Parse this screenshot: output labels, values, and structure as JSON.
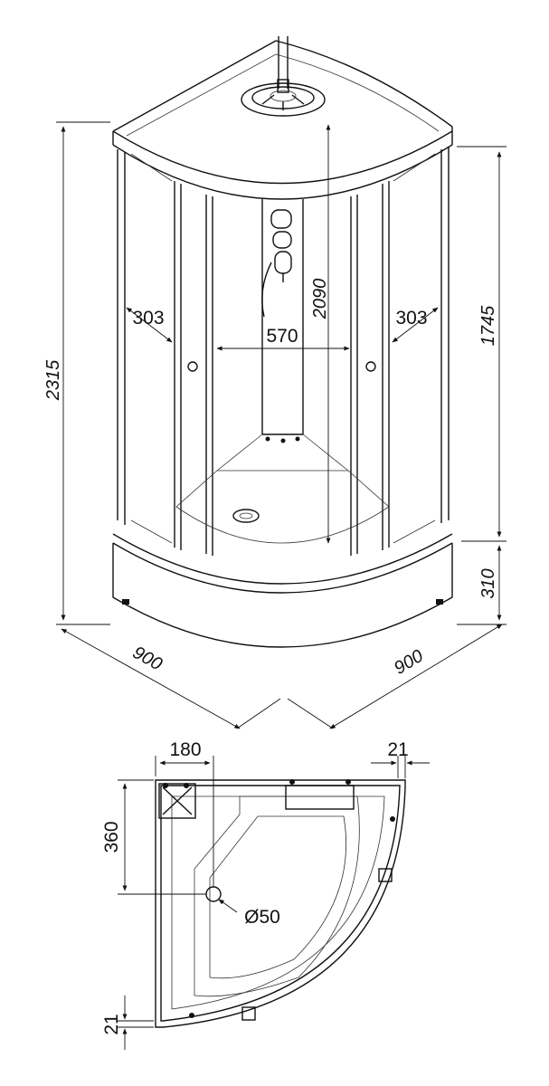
{
  "colors": {
    "line": "#111111",
    "background": "#ffffff",
    "accent": "#555555"
  },
  "elevation_dims": {
    "total_height": "2315",
    "cabin_height": "1745",
    "inner_height": "2090",
    "tray_height": "310",
    "inner_width": "570",
    "door_left": "303",
    "door_right": "303",
    "side_left": "900",
    "side_right": "900"
  },
  "plan_dims": {
    "drain_offset_x": "180",
    "drain_offset_y": "360",
    "wall_gap_right": "21",
    "wall_gap_bottom": "21",
    "drain_diameter": "Ø50"
  }
}
